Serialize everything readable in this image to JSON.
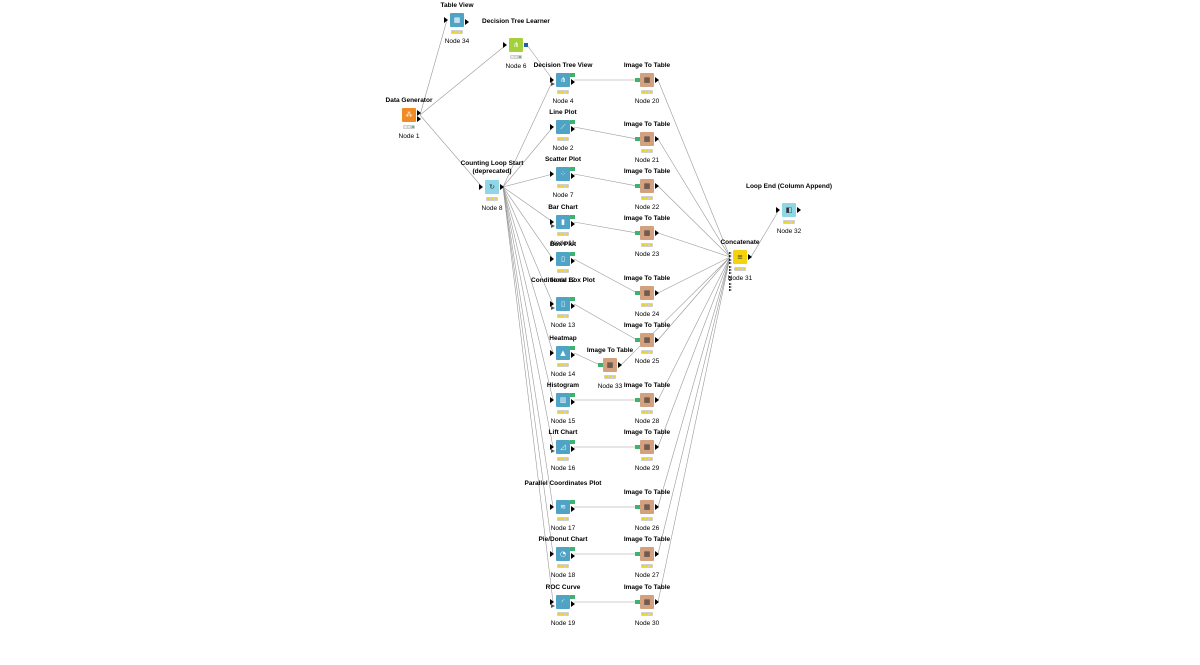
{
  "colors": {
    "source": "#f08a24",
    "learner": "#a4d13b",
    "view": "#4fa3c5",
    "manipulator": "#d3a17f",
    "loop": "#8fd6e6",
    "concatenate": "#f5d20b",
    "edge": "#9a9a9a",
    "status_yellow": "#f5d300",
    "status_green": "#3cb371"
  },
  "nodes": [
    {
      "id": "n34",
      "title": "Table View",
      "label": "Node 34",
      "icon": "table-view-icon",
      "kind": "view",
      "status": "yellow"
    },
    {
      "id": "n6",
      "title": "Decision Tree Learner",
      "label": "Node 6",
      "icon": "decision-tree-learner-icon",
      "kind": "learner",
      "status": "green"
    },
    {
      "id": "n1",
      "title": "Data Generator",
      "label": "Node 1",
      "icon": "data-generator-icon",
      "kind": "source",
      "status": "green"
    },
    {
      "id": "n8",
      "title": "Counting Loop Start (deprecated)",
      "label": "Node 8",
      "icon": "loop-start-icon",
      "kind": "loop",
      "status": "yellow"
    },
    {
      "id": "n4",
      "title": "Decision Tree View",
      "label": "Node 4",
      "icon": "decision-tree-view-icon",
      "kind": "view",
      "status": "yellow"
    },
    {
      "id": "n2",
      "title": "Line Plot",
      "label": "Node 2",
      "icon": "line-plot-icon",
      "kind": "view",
      "status": "yellow"
    },
    {
      "id": "n7",
      "title": "Scatter Plot",
      "label": "Node 7",
      "icon": "scatter-plot-icon",
      "kind": "view",
      "status": "yellow"
    },
    {
      "id": "n11",
      "title": "Bar Chart",
      "label": "Node 11",
      "icon": "bar-chart-icon",
      "kind": "view",
      "status": "yellow"
    },
    {
      "id": "n12",
      "title": "Box Plot",
      "label": "Node 12",
      "icon": "box-plot-icon",
      "kind": "view",
      "status": "yellow"
    },
    {
      "id": "n13",
      "title": "Conditional Box Plot",
      "label": "Node 13",
      "icon": "conditional-box-plot-icon",
      "kind": "view",
      "status": "yellow"
    },
    {
      "id": "n14",
      "title": "Heatmap",
      "label": "Node 14",
      "icon": "heatmap-icon",
      "kind": "view",
      "status": "yellow"
    },
    {
      "id": "n15",
      "title": "Histogram",
      "label": "Node 15",
      "icon": "histogram-icon",
      "kind": "view",
      "status": "yellow"
    },
    {
      "id": "n16",
      "title": "Lift Chart",
      "label": "Node 16",
      "icon": "lift-chart-icon",
      "kind": "view",
      "status": "yellow"
    },
    {
      "id": "n17",
      "title": "Parallel Coordinates Plot",
      "label": "Node 17",
      "icon": "parallel-coordinates-icon",
      "kind": "view",
      "status": "yellow"
    },
    {
      "id": "n18",
      "title": "Pie/Donut Chart",
      "label": "Node 18",
      "icon": "pie-chart-icon",
      "kind": "view",
      "status": "yellow"
    },
    {
      "id": "n19",
      "title": "ROC Curve",
      "label": "Node 19",
      "icon": "roc-curve-icon",
      "kind": "view",
      "status": "yellow"
    },
    {
      "id": "n33",
      "title": "Image To Table",
      "label": "Node 33",
      "icon": "image-to-table-icon",
      "kind": "manipulator",
      "status": "yellow"
    },
    {
      "id": "n20",
      "title": "Image To Table",
      "label": "Node 20",
      "icon": "image-to-table-icon",
      "kind": "manipulator",
      "status": "yellow"
    },
    {
      "id": "n21",
      "title": "Image To Table",
      "label": "Node 21",
      "icon": "image-to-table-icon",
      "kind": "manipulator",
      "status": "yellow"
    },
    {
      "id": "n22",
      "title": "Image To Table",
      "label": "Node 22",
      "icon": "image-to-table-icon",
      "kind": "manipulator",
      "status": "yellow"
    },
    {
      "id": "n23",
      "title": "Image To Table",
      "label": "Node 23",
      "icon": "image-to-table-icon",
      "kind": "manipulator",
      "status": "yellow"
    },
    {
      "id": "n24",
      "title": "Image To Table",
      "label": "Node 24",
      "icon": "image-to-table-icon",
      "kind": "manipulator",
      "status": "yellow"
    },
    {
      "id": "n25",
      "title": "Image To Table",
      "label": "Node 25",
      "icon": "image-to-table-icon",
      "kind": "manipulator",
      "status": "yellow"
    },
    {
      "id": "n28",
      "title": "Image To Table",
      "label": "Node 28",
      "icon": "image-to-table-icon",
      "kind": "manipulator",
      "status": "yellow"
    },
    {
      "id": "n29",
      "title": "Image To Table",
      "label": "Node 29",
      "icon": "image-to-table-icon",
      "kind": "manipulator",
      "status": "yellow"
    },
    {
      "id": "n26",
      "title": "Image To Table",
      "label": "Node 26",
      "icon": "image-to-table-icon",
      "kind": "manipulator",
      "status": "yellow"
    },
    {
      "id": "n27",
      "title": "Image To Table",
      "label": "Node 27",
      "icon": "image-to-table-icon",
      "kind": "manipulator",
      "status": "yellow"
    },
    {
      "id": "n30",
      "title": "Image To Table",
      "label": "Node 30",
      "icon": "image-to-table-icon",
      "kind": "manipulator",
      "status": "yellow"
    },
    {
      "id": "n31",
      "title": "Concatenate",
      "label": "Node 31",
      "icon": "concatenate-icon",
      "kind": "concatenate",
      "status": "yellow"
    },
    {
      "id": "n32",
      "title": "Loop End (Column Append)",
      "label": "Node 32",
      "icon": "loop-end-icon",
      "kind": "loop",
      "status": "yellow"
    }
  ],
  "edges": [
    [
      "n1",
      "n34"
    ],
    [
      "n1",
      "n6"
    ],
    [
      "n1",
      "n8"
    ],
    [
      "n6",
      "n4"
    ],
    [
      "n8",
      "n4"
    ],
    [
      "n8",
      "n2"
    ],
    [
      "n8",
      "n7"
    ],
    [
      "n8",
      "n11"
    ],
    [
      "n8",
      "n12"
    ],
    [
      "n8",
      "n13"
    ],
    [
      "n8",
      "n14"
    ],
    [
      "n8",
      "n15"
    ],
    [
      "n8",
      "n16"
    ],
    [
      "n8",
      "n17"
    ],
    [
      "n8",
      "n18"
    ],
    [
      "n8",
      "n19"
    ],
    [
      "n4",
      "n20"
    ],
    [
      "n2",
      "n21"
    ],
    [
      "n7",
      "n22"
    ],
    [
      "n11",
      "n23"
    ],
    [
      "n12",
      "n24"
    ],
    [
      "n13",
      "n25"
    ],
    [
      "n14",
      "n33"
    ],
    [
      "n15",
      "n28"
    ],
    [
      "n16",
      "n29"
    ],
    [
      "n17",
      "n26"
    ],
    [
      "n18",
      "n27"
    ],
    [
      "n19",
      "n30"
    ],
    [
      "n20",
      "n31"
    ],
    [
      "n21",
      "n31"
    ],
    [
      "n22",
      "n31"
    ],
    [
      "n23",
      "n31"
    ],
    [
      "n24",
      "n31"
    ],
    [
      "n25",
      "n31"
    ],
    [
      "n33",
      "n31"
    ],
    [
      "n28",
      "n31"
    ],
    [
      "n29",
      "n31"
    ],
    [
      "n26",
      "n31"
    ],
    [
      "n27",
      "n31"
    ],
    [
      "n30",
      "n31"
    ],
    [
      "n31",
      "n32"
    ]
  ]
}
